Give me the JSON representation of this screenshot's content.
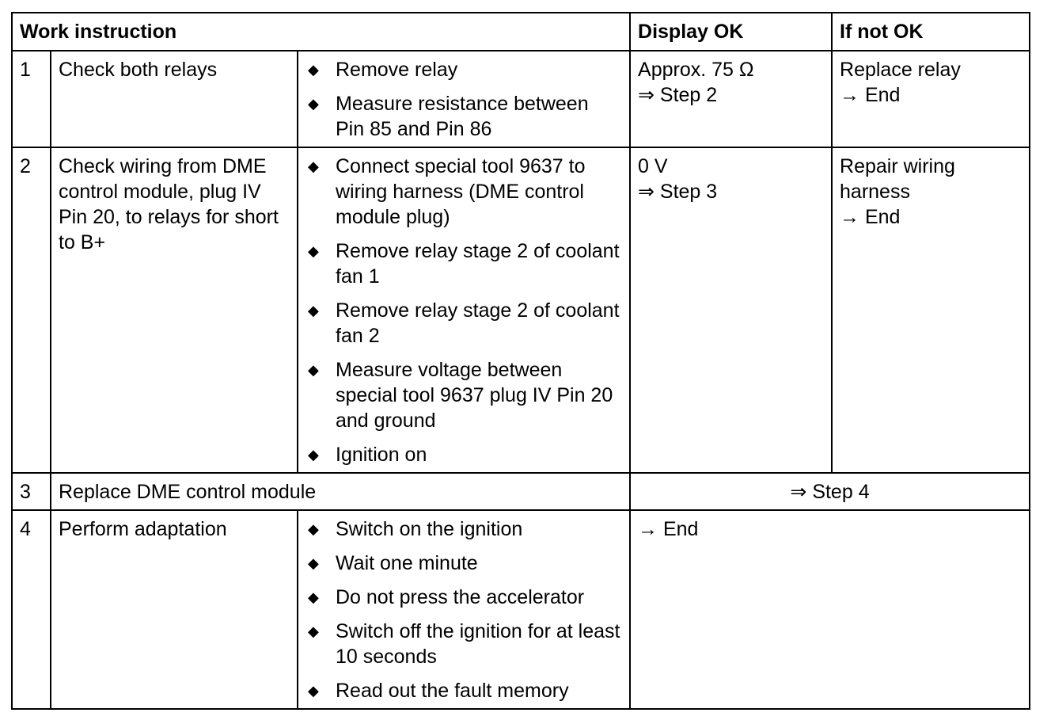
{
  "header": {
    "work_instruction": "Work instruction",
    "display_ok": "Display OK",
    "if_not_ok": "If not OK"
  },
  "bullet_glyph": "◆",
  "rows": [
    {
      "num": "1",
      "task": "Check both relays",
      "steps": [
        "Remove relay",
        "Measure resistance between Pin 85 and Pin 86"
      ],
      "ok": [
        "Approx. 75 Ω",
        "⇒ Step 2"
      ],
      "not_ok": [
        "Replace relay",
        "→ End"
      ]
    },
    {
      "num": "2",
      "task": "Check wiring from DME control module, plug IV Pin 20, to relays for short to B+",
      "steps": [
        "Connect special tool 9637 to wiring harness (DME control module plug)",
        "Remove relay stage 2 of coolant fan 1",
        "Remove relay stage 2 of coolant fan 2",
        "Measure voltage between special tool 9637 plug IV Pin 20 and ground",
        "Ignition on"
      ],
      "ok": [
        "0 V",
        "⇒ Step 3"
      ],
      "not_ok": [
        "Repair wiring harness",
        "→ End"
      ]
    },
    {
      "num": "3",
      "task": "Replace DME control module",
      "result": "⇒ Step 4"
    },
    {
      "num": "4",
      "task": "Perform adaptation",
      "steps": [
        "Switch on the ignition",
        "Wait one minute",
        "Do not press the accelerator",
        "Switch off the ignition for at least 10 seconds",
        "Read out the fault memory"
      ],
      "result": "→ End"
    }
  ]
}
